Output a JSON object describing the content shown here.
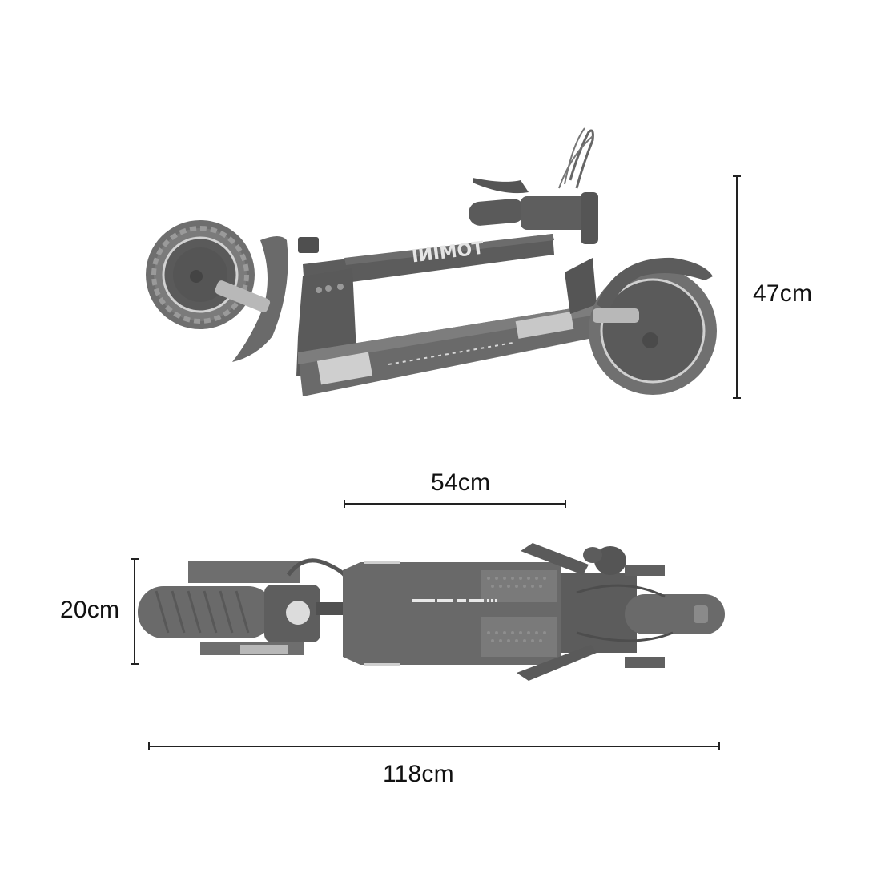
{
  "brand": {
    "logo_text": "TOMINI",
    "logo_text_rendered_mirrored": "ƎNIMOT"
  },
  "views": {
    "side_view": {
      "description": "folded scooter side view"
    },
    "top_view": {
      "description": "folded scooter top view"
    }
  },
  "dimensions": {
    "height": {
      "label": "47cm",
      "value": 47,
      "unit": "cm",
      "orientation": "vertical"
    },
    "deck_span": {
      "label": "54cm",
      "value": 54,
      "unit": "cm",
      "orientation": "horizontal"
    },
    "width": {
      "label": "20cm",
      "value": 20,
      "unit": "cm",
      "orientation": "vertical"
    },
    "length": {
      "label": "118cm",
      "value": 118,
      "unit": "cm",
      "orientation": "horizontal"
    }
  },
  "colors": {
    "background": "#ffffff",
    "dimension_line": "#222222",
    "label_text": "#111111",
    "scooter_dark": "#5f5f5f",
    "scooter_mid": "#8a8a8a",
    "scooter_light": "#c8c8c8"
  }
}
